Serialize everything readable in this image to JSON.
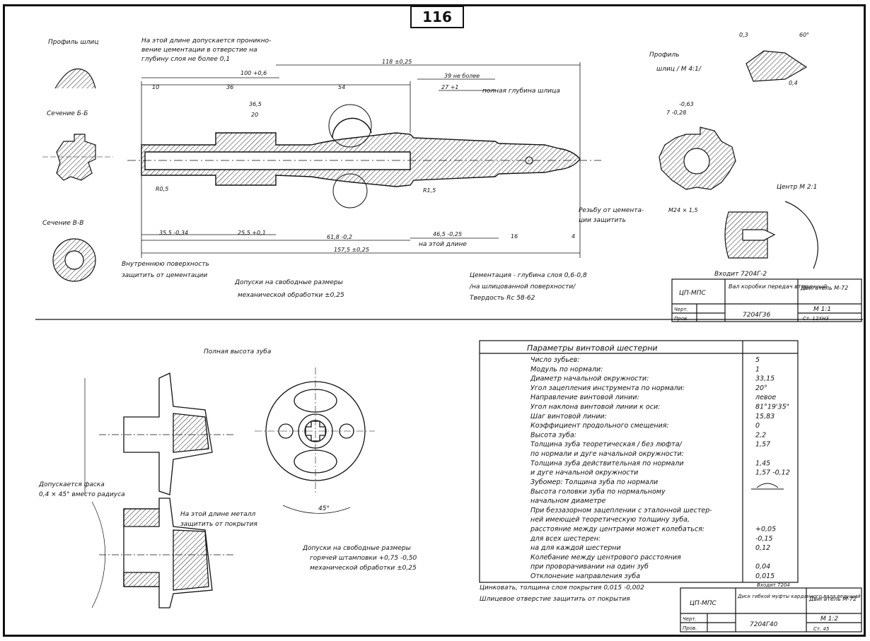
{
  "page_number": "116",
  "top_sheet": {
    "notes": {
      "centering_note_1": "На этой длине допускается проникно-",
      "centering_note_2": "вение цементации в отверстие на",
      "centering_note_3": "глубину слоя не более 0,1",
      "spline_profile": "Профиль шлиц",
      "section_bb": "Сечение Б-Б",
      "section_vv": "Сечение В-В",
      "inner_surface_1": "Внутреннюю поверхность",
      "inner_surface_2": "защитить от цементации",
      "tolerance_1": "Допуски на свободные размеры",
      "tolerance_2": "механической обработки ±0,25",
      "cementation_1": "Цементация - глубина слоя 0,6-0,8",
      "cementation_2": "/на шлицованной поверхности/",
      "cementation_3": "Твердость Rс 58-62",
      "thread_note_1": "Резьбу от цемента-",
      "thread_note_2": "ции защитить",
      "full_spline_depth": "полная глубина шлица",
      "profile_label": "Профиль",
      "spline_scale": "шлиц / М 4:1/",
      "center_label": "Центр М 2:1",
      "enters": "Входит 7204Г-2",
      "full_length_note": "на этой длине"
    },
    "dims": {
      "d118": "118 ±0,25",
      "d100": "100 +0,6",
      "d36": "36",
      "d54": "54",
      "d39": "39 не более",
      "d27": "27 +1",
      "d10": "10",
      "d365": "36,5",
      "d20": "20",
      "d355": "35,5 -0,34",
      "d255": "25,5 +0,1",
      "d618": "61,8 -0,2",
      "d465": "46,5 -0,25",
      "d16": "16",
      "d1575": "157,5 ±0,25",
      "dR05": "R0,5",
      "dR15": "R1,5",
      "d4": "4",
      "dM24": "М24 × 1,5",
      "d7_28": "7 -0,28",
      "d03": "0,3",
      "d60": "60°",
      "d04": "0,4",
      "dtol": "-0,63"
    },
    "title_block": {
      "org": "ЦП-МПС",
      "name": "Вал коробки передач вторичный",
      "engine": "Двигатель М-72",
      "scale": "М 1:1",
      "drawing_no": "7204Г36",
      "material": "Ст. 12ХН3",
      "role_1": "Черт.",
      "role_2": "Пров."
    }
  },
  "bottom_sheet": {
    "notes": {
      "full_tooth_height": "Полная высота зуба",
      "chamfer_note_1": "Допускается фаска",
      "chamfer_note_2": "0,4 × 45° вместо радиуса",
      "coating_note_1": "На этой длине металл",
      "coating_note_2": "защитить от покрытия",
      "tolerance_1": "Допуски на свободные размеры",
      "tolerance_2": "горячей штамповки +0,75 -0,50",
      "tolerance_3": "механической обработки ±0,25",
      "zinc_note": "Цинковать, толщина слоя покрытия 0,015 -0,002",
      "hole_note": "Шлицевое отверстие защитить от покрытия",
      "angle_45": "45°",
      "enters": "Входит 7204"
    },
    "params": {
      "header": "Параметры винтовой шестерни",
      "rows": [
        {
          "label": "Число зубьев:",
          "value": "5"
        },
        {
          "label": "Модуль по нормали:",
          "value": "1"
        },
        {
          "label": "Диаметр начальной окружности:",
          "value": "33,15"
        },
        {
          "label": "Угол зацепления инструмента по нормали:",
          "value": "20°"
        },
        {
          "label": "Направление винтовой линии:",
          "value": "левое"
        },
        {
          "label": "Угол наклона винтовой линии к оси:",
          "value": "81°19'35\""
        },
        {
          "label": "Шаг винтовой линии:",
          "value": "15,83"
        },
        {
          "label": "Коэффициент продольного смещения:",
          "value": "0"
        },
        {
          "label": "Высота зуба:",
          "value": "2,2"
        },
        {
          "label": "Толщина зуба теоретическая / без люфта/",
          "value": "1,57"
        },
        {
          "label": "по нормали и дуге начальной окружности:",
          "value": ""
        },
        {
          "label": "Толщина зуба действительная по нормали",
          "value": "1,45"
        },
        {
          "label": "и дуге начальной окружности",
          "value": "1,57 -0,12"
        },
        {
          "label": "Зубомер: Толщина зуба по нормали",
          "value": ""
        },
        {
          "label": "Высота головки зуба по нормальному",
          "value": ""
        },
        {
          "label": "начальном диаметре",
          "value": ""
        },
        {
          "label": "При беззазорном зацеплении с эталонной шестер-",
          "value": ""
        },
        {
          "label": "ней имеющей теоретическую толщину зуба,",
          "value": ""
        },
        {
          "label": "расстояние между центрами может колебаться:",
          "value": "+0,05"
        },
        {
          "label": "для всех шестерен:",
          "value": "-0,15"
        },
        {
          "label": "на для каждой шестерни",
          "value": "0,12"
        },
        {
          "label": "Колебание между центрового расстояния",
          "value": ""
        },
        {
          "label": "при проворачивании на один зуб",
          "value": "0,04"
        },
        {
          "label": "Отклонение направления зуба",
          "value": "0,015"
        }
      ]
    },
    "title_block": {
      "org": "ЦП-МПС",
      "name": "Диск гибкой муфты карданного вала ведущий",
      "engine": "Двигатель М-72",
      "scale": "М 1:2",
      "drawing_no": "7204Г40",
      "material": "Ст. 45",
      "role_1": "Черт.",
      "role_2": "Пров."
    }
  }
}
